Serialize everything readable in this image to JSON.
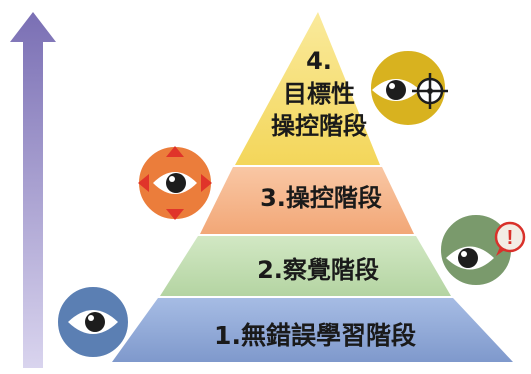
{
  "pyramid": {
    "levels": [
      {
        "label": "1.無錯誤學習階段",
        "color": "#8FA8D8"
      },
      {
        "label": "2.察覺階段",
        "color": "#BFDCAE"
      },
      {
        "label": "3.操控階段",
        "color": "#F6B48A"
      },
      {
        "number": "4.",
        "line1": "目標性",
        "line2": "操控階段",
        "color": "#F7DF72"
      }
    ]
  },
  "badges": {
    "alert_mark": "!"
  },
  "colors": {
    "arrow": "#8E84BF",
    "badge_blue": "#5B7FB3",
    "badge_green": "#7A9A6C",
    "badge_orange": "#EB7D3B",
    "badge_yellow": "#D8B21F",
    "alert_red": "#D9312B"
  }
}
